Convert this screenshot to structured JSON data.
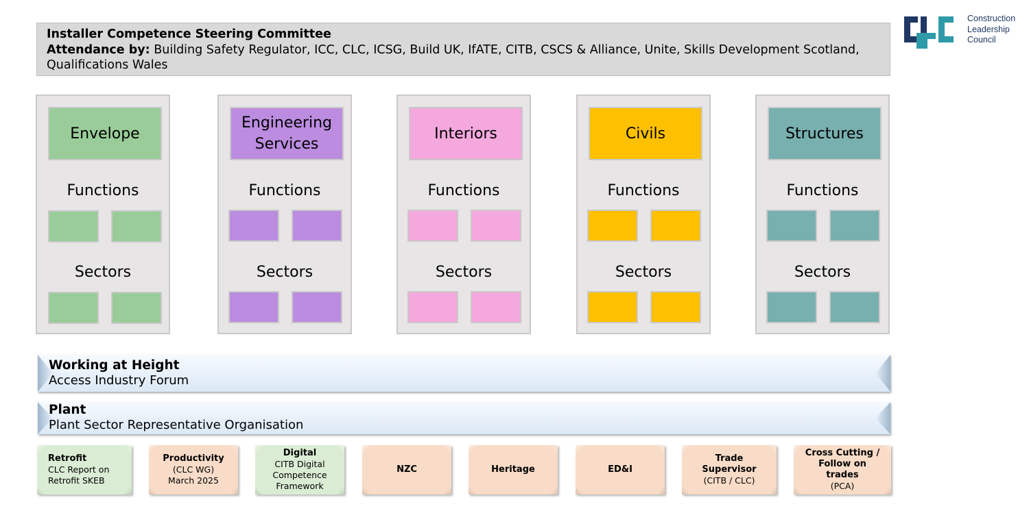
{
  "header": {
    "title": "Installer Competence Steering Committee",
    "attendance_label": "Attendance by:",
    "attendance_text": "Building Safety Regulator, ICC, CLC, ICSG, Build UK, IfATE, CITB, CSCS & Alliance, Unite, Skills Development Scotland, Qualifications Wales"
  },
  "logo": {
    "mark": "CLC",
    "lines": [
      "Construction",
      "Leadership",
      "Council"
    ],
    "colors": {
      "navy": "#1f3864",
      "teal": "#2e9aa8"
    }
  },
  "columns": [
    {
      "title": "Envelope",
      "functions_label": "Functions",
      "sectors_label": "Sectors",
      "color": "#99cc99"
    },
    {
      "title": "Engineering Services",
      "functions_label": "Functions",
      "sectors_label": "Sectors",
      "color": "#bb8cdf"
    },
    {
      "title": "Interiors",
      "functions_label": "Functions",
      "sectors_label": "Sectors",
      "color": "#f4a8dd"
    },
    {
      "title": "Civils",
      "functions_label": "Functions",
      "sectors_label": "Sectors",
      "color": "#ffc000"
    },
    {
      "title": "Structures",
      "functions_label": "Functions",
      "sectors_label": "Sectors",
      "color": "#78afaf"
    }
  ],
  "bands": [
    {
      "title": "Working at Height",
      "subtitle": "Access Industry Forum"
    },
    {
      "title": "Plant",
      "subtitle": "Plant Sector Representative Organisation"
    }
  ],
  "tiles": [
    {
      "title": "Retrofit",
      "lines": [
        "CLC Report on",
        "Retrofit SKEB"
      ],
      "color": "green"
    },
    {
      "title": "Productivity",
      "lines": [
        "(CLC WG)",
        "March 2025"
      ],
      "color": "peach"
    },
    {
      "title": "Digital",
      "lines": [
        "CITB Digital",
        "Competence",
        "Framework"
      ],
      "color": "green"
    },
    {
      "title": "NZC",
      "lines": [],
      "color": "peach"
    },
    {
      "title": "Heritage",
      "lines": [],
      "color": "peach"
    },
    {
      "title": "ED&I",
      "lines": [],
      "color": "peach"
    },
    {
      "title": "Trade Supervisor",
      "lines": [
        "(CITB / CLC)"
      ],
      "color": "peach"
    },
    {
      "title": "Cross Cutting / Follow on trades",
      "lines": [
        "(PCA)"
      ],
      "color": "peach"
    }
  ]
}
